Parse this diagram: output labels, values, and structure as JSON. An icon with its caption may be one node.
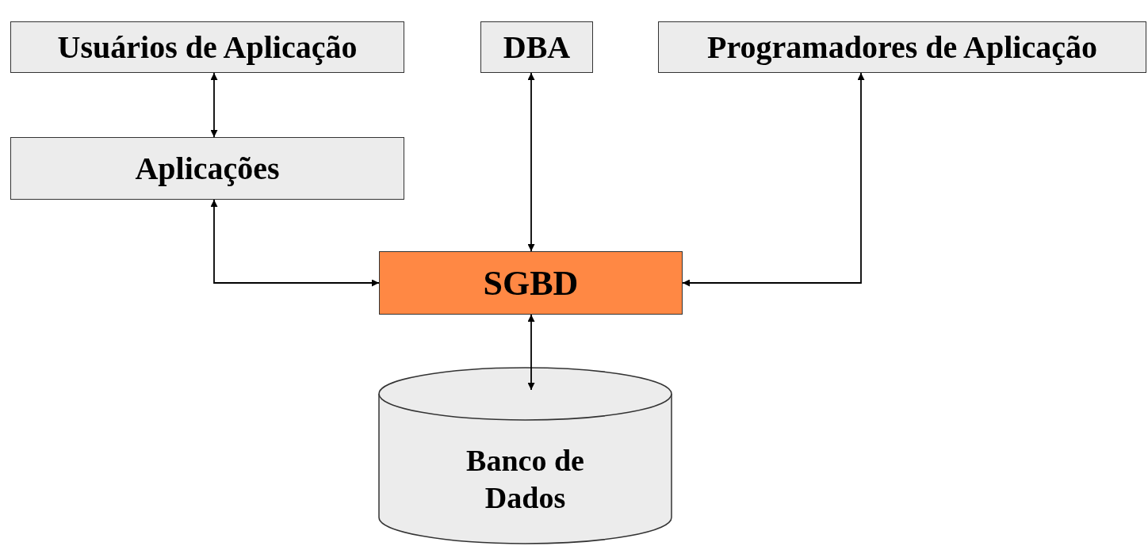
{
  "diagram": {
    "nodes": [
      {
        "text": [
          "Usuários de Aplicação"
        ]
      },
      {
        "text": [
          "DBA"
        ]
      },
      {
        "text": [
          "Programadores de Aplicação"
        ]
      },
      {
        "text": [
          "Aplicações"
        ]
      },
      {
        "text": [
          "SGBD"
        ]
      },
      {
        "text": [
          "Banco de Dados"
        ]
      }
    ],
    "edges": [
      {
        "from": 0,
        "to": 3,
        "arrow": "both"
      },
      {
        "from": 1,
        "to": 4,
        "arrow": "both"
      },
      {
        "from": 3,
        "to": 4,
        "arrow": "both"
      },
      {
        "from": 2,
        "to": 4,
        "arrow": "both"
      },
      {
        "from": 4,
        "to": 5,
        "arrow": "both"
      }
    ]
  }
}
